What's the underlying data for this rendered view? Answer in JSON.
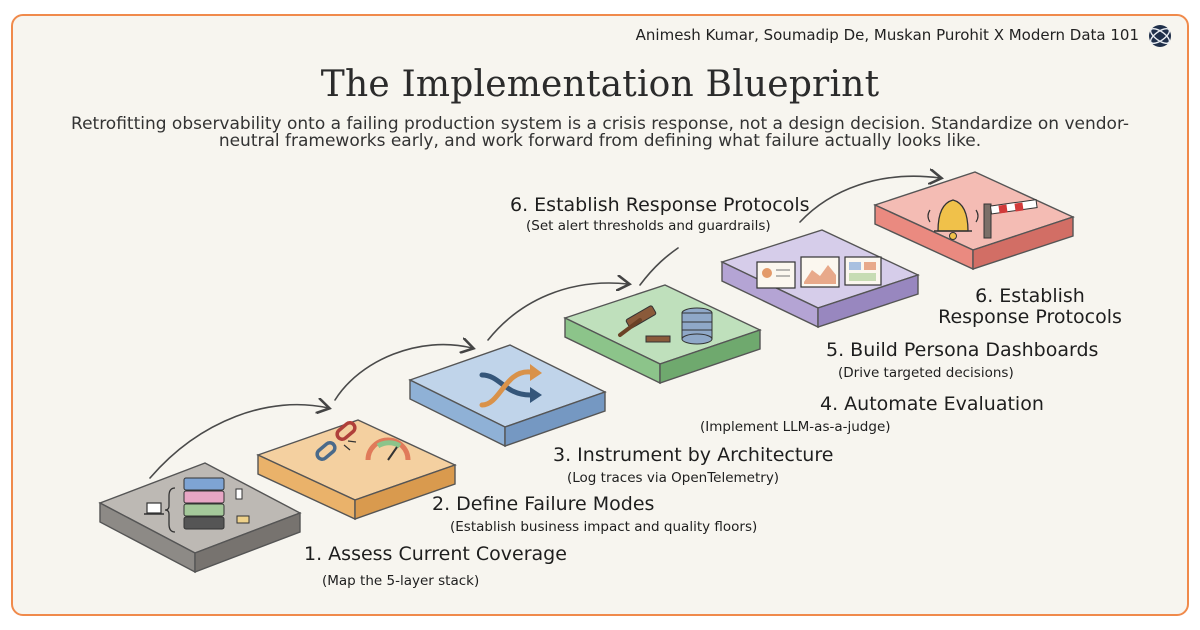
{
  "header": {
    "credit": "Animesh Kumar, Soumadip De, Muskan Purohit X Modern Data 101",
    "title": "The Implementation Blueprint",
    "subtitle": "Retrofitting observability onto a failing production system is a crisis response, not a design decision. Standardize on vendor-neutral frameworks early, and work forward from defining what failure actually looks like."
  },
  "steps": [
    {
      "title": "1. Assess Current Coverage",
      "detail": "(Map the 5-layer stack)",
      "color": "#8d8a86"
    },
    {
      "title": "2. Define Failure Modes",
      "detail": "(Establish business impact and quality floors)",
      "color": "#eab26a"
    },
    {
      "title": "3. Instrument by Architecture",
      "detail": "(Log traces via OpenTelemetry)",
      "color": "#8fb1d6"
    },
    {
      "title": "4. Automate Evaluation",
      "detail": "(Implement LLM-as-a-judge)",
      "color": "#8cc48a"
    },
    {
      "title": "5. Build Persona Dashboards",
      "detail": "(Drive targeted decisions)",
      "color": "#b4a4d4"
    },
    {
      "title": "6. Establish Response Protocols",
      "detail": "",
      "color": "#ea8a80"
    }
  ],
  "top_label": {
    "title": "6. Establish Response Protocols",
    "detail": "(Set alert thresholds and guardrails)"
  },
  "icons": [
    "laptop-stack-icon",
    "broken-chain-gauge-icon",
    "shuffle-arrows-icon",
    "gavel-database-icon",
    "dashboard-panels-icon",
    "bell-barrier-icon"
  ]
}
